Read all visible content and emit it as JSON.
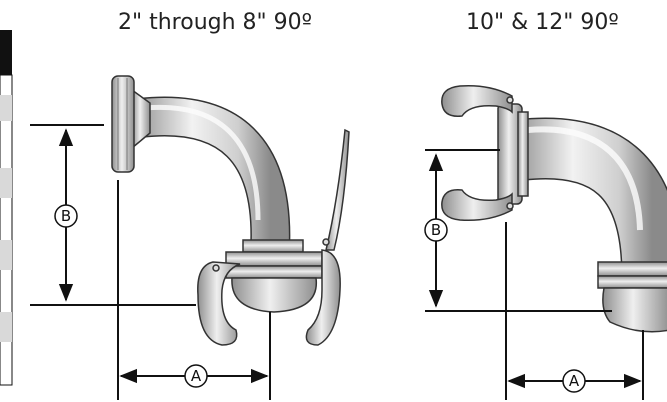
{
  "titles": {
    "left": "2\" through 8\" 90º",
    "right": "10\" & 12\" 90º"
  },
  "labels": {
    "dim_a": "A",
    "dim_b": "B"
  }
}
